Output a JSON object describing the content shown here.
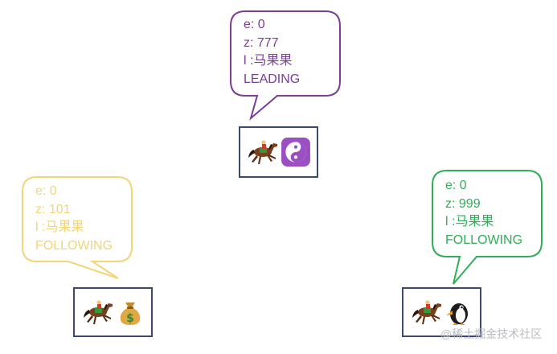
{
  "nodes": [
    {
      "id": "top",
      "color": "#7a3d98",
      "lines": [
        "e: 0",
        "z: 777",
        "l :马果果",
        "LEADING"
      ],
      "icons": [
        "horse-icon",
        "yin-yang-icon"
      ]
    },
    {
      "id": "left",
      "color": "#f3d476",
      "lines": [
        "e: 0",
        "z: 101",
        "l :马果果",
        "FOLLOWING"
      ],
      "icons": [
        "horse-icon",
        "money-bag-icon"
      ]
    },
    {
      "id": "right",
      "color": "#2fae57",
      "lines": [
        "e: 0",
        "z: 999",
        "l :马果果",
        "FOLLOWING"
      ],
      "icons": [
        "horse-icon",
        "penguin-icon"
      ]
    }
  ],
  "watermark": "@稀土掘金技术社区",
  "box_border_color": "#3a4a6e"
}
